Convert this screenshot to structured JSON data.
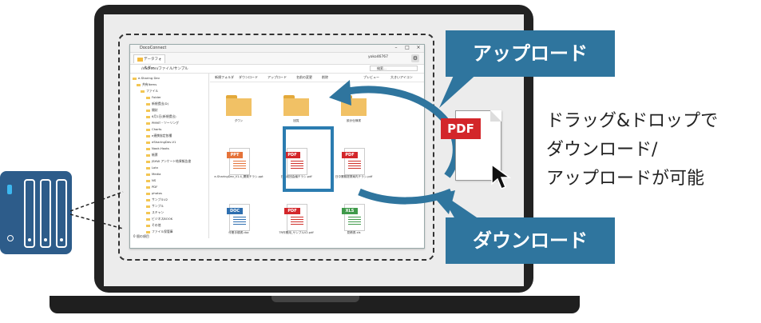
{
  "callouts": {
    "upload": "アップロード",
    "download": "ダウンロード"
  },
  "description": {
    "line1": "ドラッグ&ドロップで",
    "line2": "ダウンロード/",
    "line3": "アップロードが可能"
  },
  "big_file": {
    "badge": "PDF"
  },
  "app": {
    "title": "DocoConnect",
    "tab": "データフォルダー",
    "user": "yoko46767",
    "path": "/nScreen/ファイル/サンプル",
    "search_placeholder": "検索...",
    "toolbar": [
      "新規フォルダ",
      "ダウンロード",
      "アップロード",
      "名前の変更",
      "削除",
      "プレビュー",
      "大きいアイコン"
    ],
    "tree": [
      "e-Sharing Dev",
      "共有Items",
      "ファイル",
      "Folder",
      "新規提出(D)",
      "開封",
      "6月1日(新規提出)",
      "PMMT・ツーリング",
      "Charts",
      "e連携協定各種",
      "eSharingDev-V1",
      "Nook.Hoots",
      "帳票",
      "JSHW アンケート結果報告書",
      "Lotv",
      "Media",
      "NS",
      "PDF",
      "photos",
      "サンプルV2",
      "サンプル",
      "スキャン",
      "ビジネスBOOK",
      "その他",
      "ファイル保管庫"
    ],
    "footer": "0 個の項目",
    "files": [
      {
        "type": "folder",
        "label": "ダウン"
      },
      {
        "type": "folder",
        "label": "回覧"
      },
      {
        "type": "folder",
        "label": "設計仕様書"
      },
      {
        "type": "PPT",
        "label": "e-SharingDev_V1.4_開発チラシ.ppt"
      },
      {
        "type": "PDF",
        "label": "日本経団会議チラシ.pdf"
      },
      {
        "type": "PDF",
        "label": "日中業務提携案内チラシ.pdf"
      },
      {
        "type": "DOC",
        "label": "作業手順書.doc"
      },
      {
        "type": "PDF",
        "label": "TR作業用_サンプルV2.pdf"
      },
      {
        "type": "XLS",
        "label": "見積書.xls"
      }
    ]
  },
  "colors": {
    "accent": "#2f759e",
    "pdf": "#d3262a",
    "ppt": "#e5733a",
    "doc": "#2e6fb0",
    "xls": "#3f9a4a",
    "folder": "#f1c165",
    "nas": "#2d5c8a"
  }
}
